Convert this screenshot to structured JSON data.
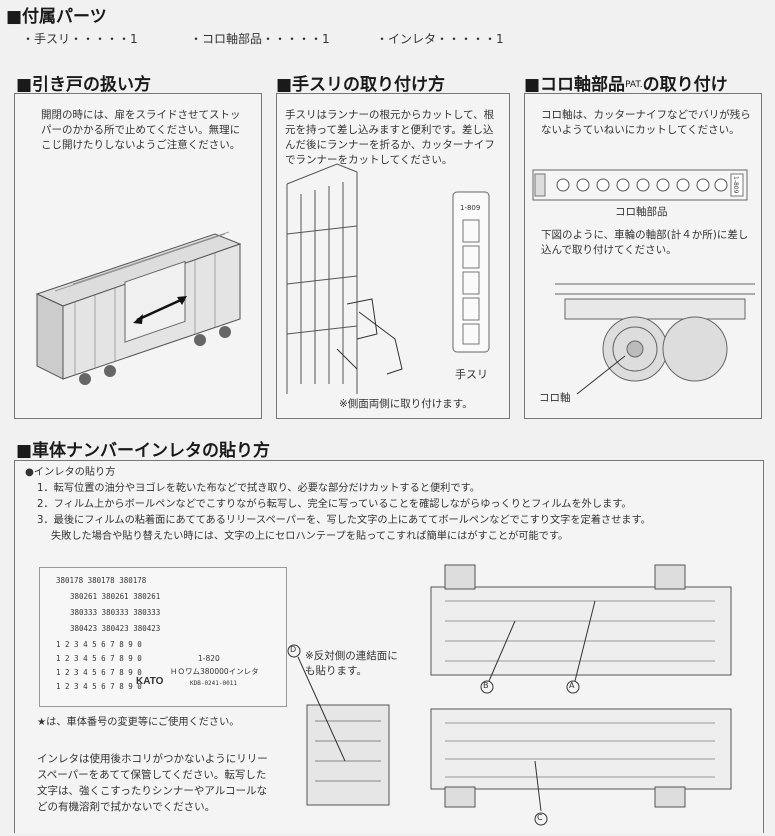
{
  "parts": {
    "heading": "■付属パーツ",
    "items": [
      "・手スリ・・・・・1",
      "・コロ軸部品・・・・・1",
      "・インレタ・・・・・1"
    ]
  },
  "door": {
    "heading": "■引き戸の扱い方",
    "text": "開閉の時には、扉をスライドさせてストッパーのかかる所で止めてください。無理にこじ開けたりしないようご注意ください。"
  },
  "handrail": {
    "heading": "■手スリの取り付け方",
    "text": "手スリはランナーの根元からカットして、根元を持って差し込みますと便利です。差し込んだ後にランナーを折るか、カッターナイフでランナーをカットしてください。",
    "runner_code": "1-809",
    "label": "手スリ",
    "note": "※側面両側に取り付けます。"
  },
  "coro": {
    "heading_main": "■コロ軸部品",
    "heading_pat": "PAT.",
    "heading_tail": "の取り付け",
    "text1": "コロ軸は、カッターナイフなどでバリが残らないようていねいにカットしてください。",
    "part_label": "コロ軸部品",
    "part_code": "1-809",
    "text2": "下図のように、車輪の軸部(計４か所)に差し込んで取り付けてください。",
    "axle_label": "コロ軸"
  },
  "decal": {
    "heading": "■車体ナンバーインレタの貼り方",
    "sub": "●インレタの貼り方",
    "steps": [
      "1．転写位置の油分やヨゴレを乾いた布などで拭き取り、必要な部分だけカットすると便利です。",
      "2．フィルム上からボールペンなどでこすりながら転写し、完全に写っていることを確認しながらゆっくりとフィルムを外します。",
      "3．最後にフィルムの粘着面にあててあるリリースペーパーを、写した文字の上にあててボールペンなどでこすり文字を定着させます。",
      "失敗した場合や貼り替えたい時には、文字の上にセロハンテープを貼ってこすれば簡単にはがすことが可能です。"
    ],
    "sheet": {
      "rows": [
        "380178   380178   380178",
        "380261   380261   380261",
        "380333   380333   380333",
        "380423   380423   380423"
      ],
      "digit_rows": [
        "1 2 3 4 5 6 7 8 9 0",
        "1 2 3 4 5 6 7 8 9 0",
        "1 2 3 4 5 6 7 8 9 0",
        "1 2 3 4 5 6 7 8 9 0"
      ],
      "code": "1-820",
      "title": "ＨＯワム380000インレタ",
      "small": "KDB-0241-0011",
      "brand": "KATO"
    },
    "star_note": "★は、車体番号の変更等にご使用ください。",
    "storage": "インレタは使用後ホコリがつかないようにリリースペーパーをあてて保管してください。転写した文字は、強くこすったりシンナーやアルコールなどの有機溶剤で拭かないでください。",
    "coupler_note": "※反対側の連結面にも貼ります。",
    "markers": {
      "a": "A",
      "b": "B",
      "c": "C",
      "d": "D"
    }
  }
}
